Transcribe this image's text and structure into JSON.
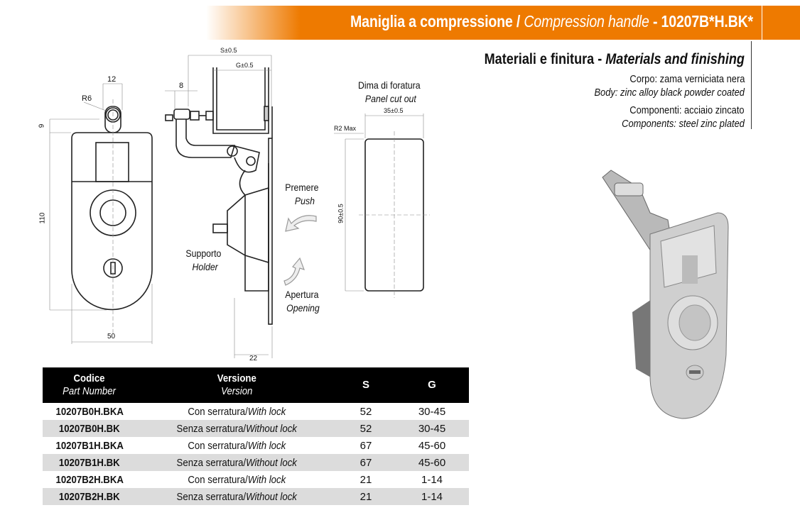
{
  "header": {
    "title_it": "Maniglia a compressione / ",
    "title_en": "Compression handle",
    "title_code": " - 10207B*H.BK*"
  },
  "materials": {
    "title_it": "Materiali e finitura - ",
    "title_en": "Materials and finishing",
    "body_it": "Corpo: zama verniciata nera",
    "body_en": "Body: zinc alloy black powder coated",
    "components_it": "Componenti: acciaio zincato",
    "components_en": "Components: steel zinc plated"
  },
  "drawing": {
    "front": {
      "dim_width_top": "12",
      "radius": "R6",
      "dim_9": "9",
      "dim_110": "110",
      "dim_50": "50"
    },
    "side": {
      "dim_s": "S±0.5",
      "dim_g": "G±0.5",
      "dim_8": "8",
      "dim_22": "22",
      "push_it": "Premere",
      "push_en": "Push",
      "holder_it": "Supporto",
      "holder_en": "Holder",
      "opening_it": "Apertura",
      "opening_en": "Opening"
    },
    "cutout": {
      "title_it": "Dima di foratura",
      "title_en": "Panel cut out",
      "dim_35": "35±0.5",
      "radius": "R2 Max",
      "dim_90": "90±0.5"
    }
  },
  "table": {
    "headers": {
      "code_it": "Codice",
      "code_en": "Part Number",
      "version_it": "Versione",
      "version_en": "Version",
      "s": "S",
      "g": "G"
    },
    "rows": [
      {
        "code": "10207B0H.BKA",
        "version_it": "Con serratura/",
        "version_en": "With lock",
        "s": "52",
        "g": "30-45"
      },
      {
        "code": "10207B0H.BK",
        "version_it": "Senza serratura/",
        "version_en": "Without lock",
        "s": "52",
        "g": "30-45"
      },
      {
        "code": "10207B1H.BKA",
        "version_it": "Con serratura/",
        "version_en": "With lock",
        "s": "67",
        "g": "45-60"
      },
      {
        "code": "10207B1H.BK",
        "version_it": "Senza serratura/",
        "version_en": "Without lock",
        "s": "67",
        "g": "45-60"
      },
      {
        "code": "10207B2H.BKA",
        "version_it": "Con serratura/",
        "version_en": "With lock",
        "s": "21",
        "g": "1-14"
      },
      {
        "code": "10207B2H.BK",
        "version_it": "Senza serratura/",
        "version_en": "Without lock",
        "s": "21",
        "g": "1-14"
      }
    ]
  },
  "colors": {
    "accent": "#ee7a00",
    "table_header": "#000000",
    "row_alt": "#dcdcdc"
  }
}
